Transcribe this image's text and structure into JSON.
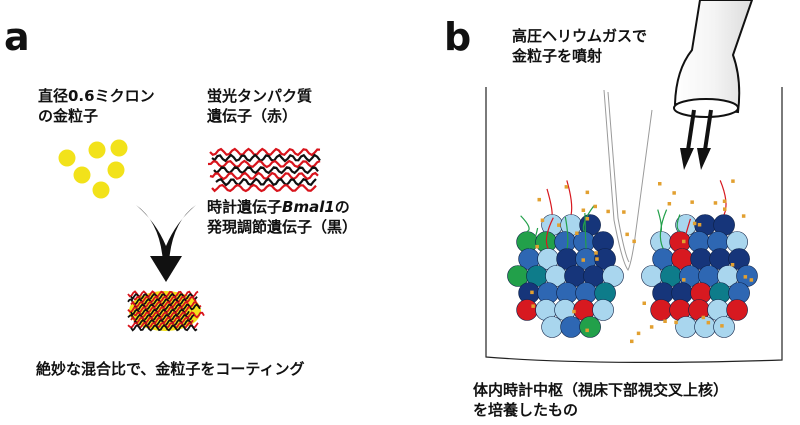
{
  "panel_a": {
    "letter": "a",
    "gold_particle_label": [
      "直径0.6ミクロン",
      "の金粒子"
    ],
    "fluorescent_gene_label": [
      "蛍光タンパク質",
      "遺伝子（赤）"
    ],
    "clock_gene_label_prefix": "時計遺伝子",
    "clock_gene_name": "Bmal1",
    "clock_gene_label_suffix": "の",
    "clock_gene_label_line2": "発現調節遺伝子（黒）",
    "coating_caption": "絶妙な混合比で、金粒子をコーティング"
  },
  "panel_b": {
    "letter": "b",
    "helium_label": [
      "高圧ヘリウムガスで",
      "金粒子を噴射"
    ],
    "tissue_label": [
      "体内時計中枢（視床下部視交叉上核）",
      "を培養したもの"
    ]
  },
  "colors": {
    "gold": "#f2e21a",
    "red_gene": "#d8141c",
    "black_gene": "#111111",
    "cell_dark_blue": "#16357a",
    "cell_blue": "#2e67b3",
    "cell_light_blue": "#a9d6ee",
    "cell_teal": "#0e7c8a",
    "cell_red": "#d71920",
    "cell_green": "#22a04a",
    "particle_orange": "#e2a030"
  }
}
